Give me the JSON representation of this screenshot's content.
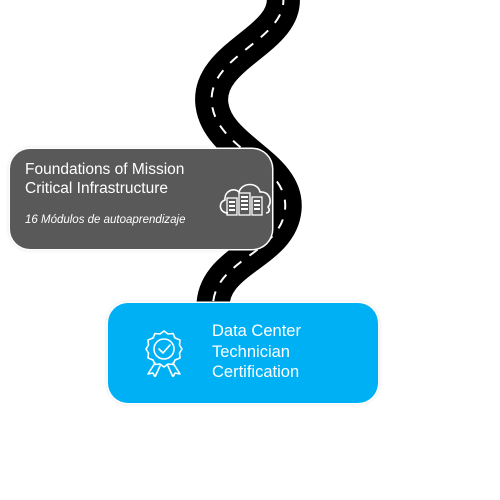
{
  "colors": {
    "road": "#000000",
    "road_markings": "#ffffff",
    "card_gray": "#595959",
    "card_blue": "#00b0f5",
    "text": "#ffffff"
  },
  "steps": [
    {
      "title": "Foundations of Mission Critical Infrastructure",
      "subtitle": "16 Módulos de autoaprendizaje",
      "icon": "cloud-datacenter-icon"
    },
    {
      "title": "Data Center Technician Certification",
      "icon": "award-medal-icon"
    }
  ]
}
